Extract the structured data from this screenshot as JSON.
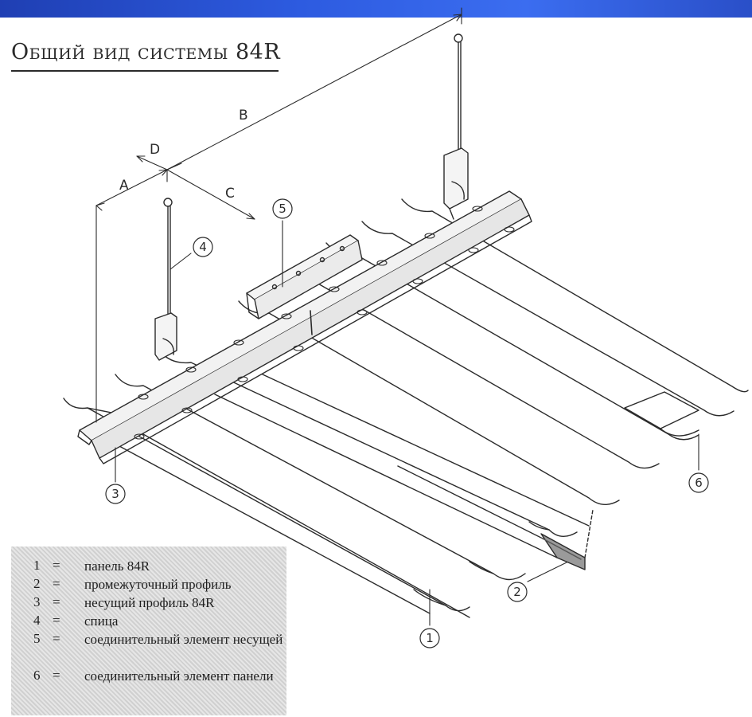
{
  "title": "Общий вид системы 84R",
  "dimension_labels": {
    "a": "A",
    "b": "B",
    "c": "C",
    "d": "D"
  },
  "callouts": {
    "c1": "1",
    "c2": "2",
    "c3": "3",
    "c4": "4",
    "c5": "5",
    "c6": "6"
  },
  "legend": {
    "items": [
      {
        "num": "1",
        "eq": "=",
        "text": "панель 84R"
      },
      {
        "num": "2",
        "eq": "=",
        "text": "промежуточный профиль"
      },
      {
        "num": "3",
        "eq": "=",
        "text": "несущий профиль 84R"
      },
      {
        "num": "4",
        "eq": "=",
        "text": "спица"
      },
      {
        "num": "5",
        "eq": "=",
        "text": "соединительный элемент несущей"
      },
      {
        "num": "6",
        "eq": "=",
        "text": "соединительный элемент панели"
      }
    ]
  },
  "colors": {
    "line": "#2b2b2b",
    "top_bar": "#2d5be0",
    "legend_bg": "#d9d9d9"
  }
}
